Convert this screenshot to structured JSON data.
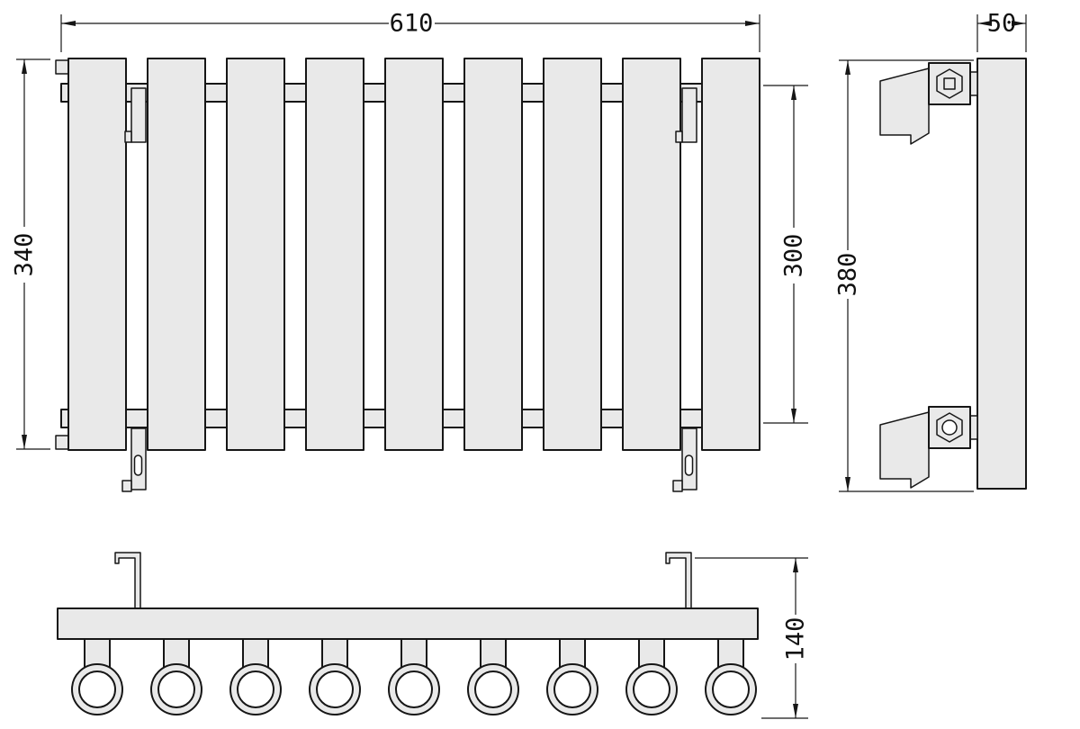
{
  "drawing": {
    "labels": {
      "width": "610",
      "depth": "50",
      "height": "340",
      "port_spacing": "300",
      "side_height": "380",
      "bottom_height": "140"
    }
  }
}
